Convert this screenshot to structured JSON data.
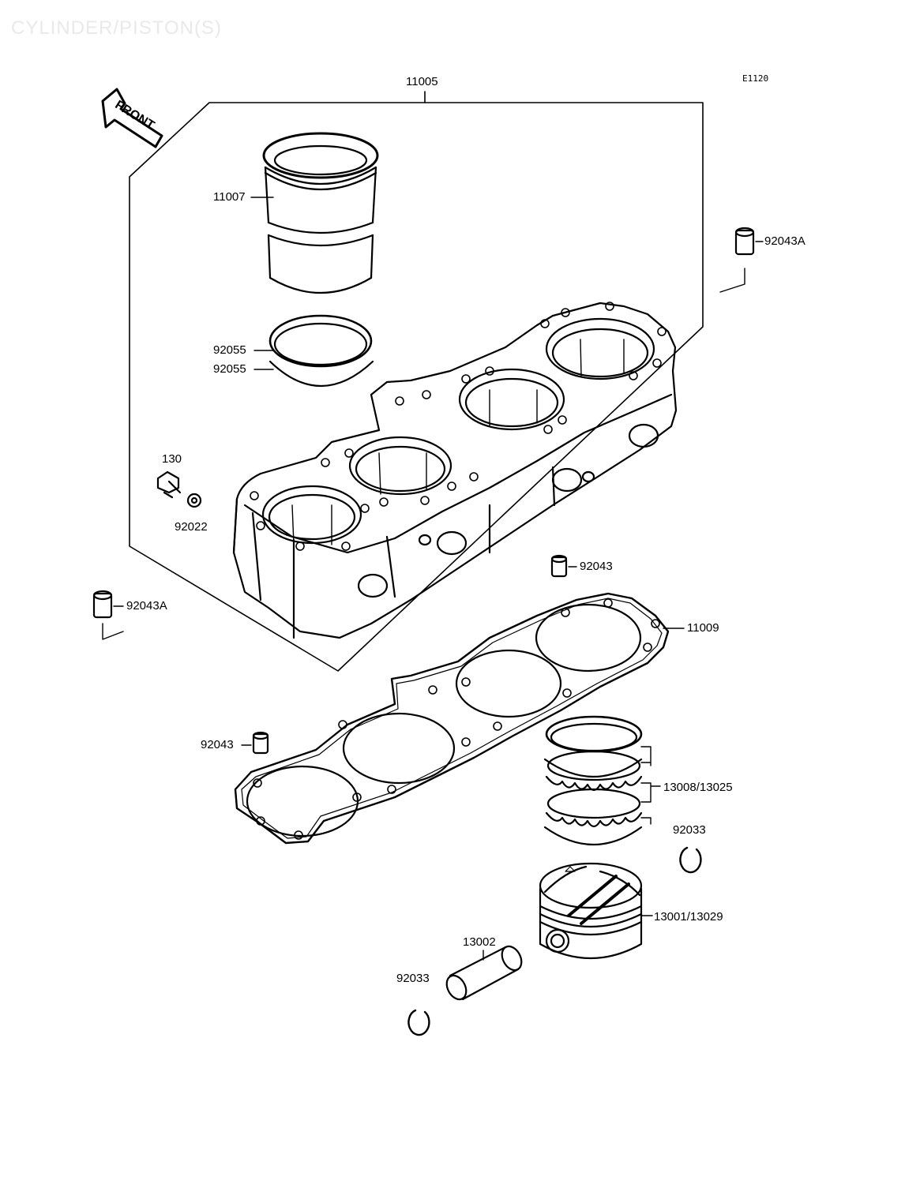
{
  "title": "CYLINDER/PISTON(S)",
  "diagram_code": "E1120",
  "front_label": "FRONT",
  "labels": {
    "cylinder_block": "11005",
    "cylinder_liner": "11007",
    "o_ring_upper": "92055",
    "o_ring_lower": "92055",
    "oil_jet": "130",
    "oil_washer": "92022",
    "dowel_pin_right": "92043A",
    "dowel_pin_left": "92043A",
    "dowel_pin_mid": "92043",
    "dowel_pin_lower": "92043",
    "head_gasket": "11009",
    "piston_rings": "13008/13025",
    "circlip_right": "92033",
    "piston": "13001/13029",
    "piston_pin": "13002",
    "circlip_left": "92033"
  }
}
